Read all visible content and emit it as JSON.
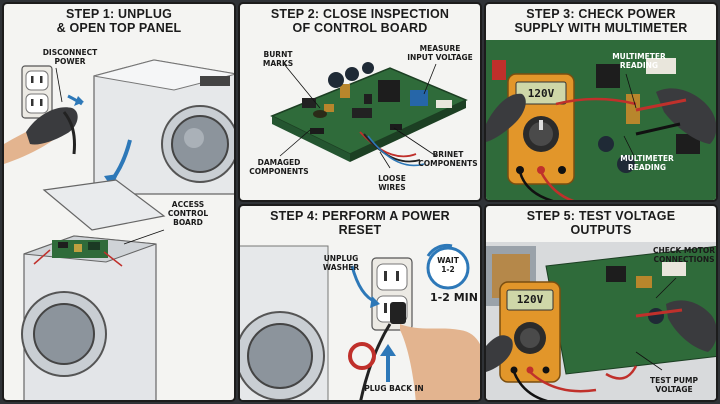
{
  "panels": [
    {
      "title_l1": "STEP 1: UNPLUG",
      "title_l2": "& OPEN TOP PANEL",
      "labels": {
        "disconnect_l1": "DISCONNECT",
        "disconnect_l2": "POWER",
        "access_l1": "ACCESS",
        "access_l2": "CONTROL",
        "access_l3": "BOARD"
      }
    },
    {
      "title_l1": "STEP 2: CLOSE INSPECTION",
      "title_l2": "OF CONTROL BOARD",
      "labels": {
        "burnt_l1": "BURNT",
        "burnt_l2": "MARKS",
        "measure_l1": "MEASURE",
        "measure_l2": "INPUT VOLTAGE",
        "damaged_l1": "DAMAGED",
        "damaged_l2": "COMPONENTS",
        "brinet_l1": "BRINET",
        "brinet_l2": "COMPONENTS",
        "loose_l1": "LOOSE",
        "loose_l2": "WIRES"
      }
    },
    {
      "title_l1": "STEP 3: CHECK POWER",
      "title_l2": "SUPPLY WITH MULTIMETER",
      "labels": {
        "reading1_l1": "MULTIMETER",
        "reading1_l2": "READING",
        "reading2_l1": "MULTIMETER",
        "reading2_l2": "READING",
        "display": "120V"
      }
    },
    {
      "title_l1": "STEP 4: PERFORM A POWER",
      "title_l2": "RESET",
      "labels": {
        "unplug_l1": "UNPLUG",
        "unplug_l2": "WASHER",
        "wait_l1": "WAIT",
        "wait_l2": "1-2",
        "wait_time": "1-2 MIN",
        "plug_back": "PLUG BACK IN"
      }
    },
    {
      "title_l1": "STEP 5: TEST VOLTAGE",
      "title_l2": "OUTPUTS",
      "labels": {
        "motor_l1": "CHECK MOTOR",
        "motor_l2": "CONNECTIONS",
        "pump_l1": "TEST PUMP",
        "pump_l2": "VOLTAGE",
        "display": "120V"
      }
    }
  ],
  "colors": {
    "pcb": "#2f6b3a",
    "meter_body": "#e2962a",
    "lcd": "#cfd7a8",
    "arrow": "#2d78b8",
    "glove": "#3a3b3e",
    "probe_red": "#c0302b"
  }
}
